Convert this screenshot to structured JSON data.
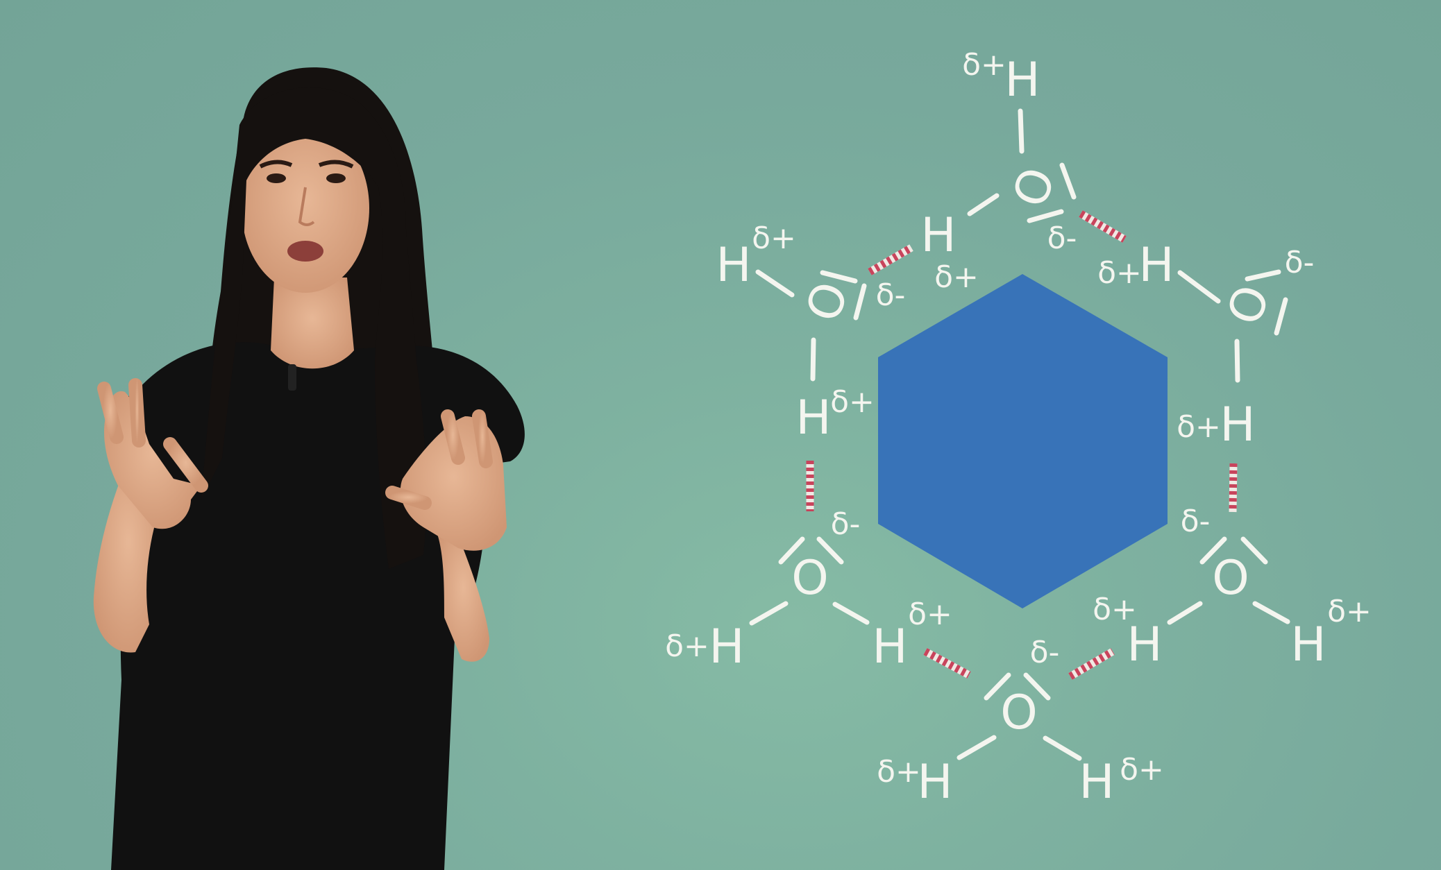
{
  "colors": {
    "background": "#79ab9d",
    "hexagon": "#3873b8",
    "chalk": "#f4f5ef",
    "hydrogen_bond": "#c8445c"
  },
  "labels": {
    "hydrogen": "H",
    "oxygen": "O",
    "delta_plus": "δ+",
    "delta_minus": "δ-"
  },
  "scene": {
    "person": "presenter",
    "central_shape": "hexagon"
  }
}
